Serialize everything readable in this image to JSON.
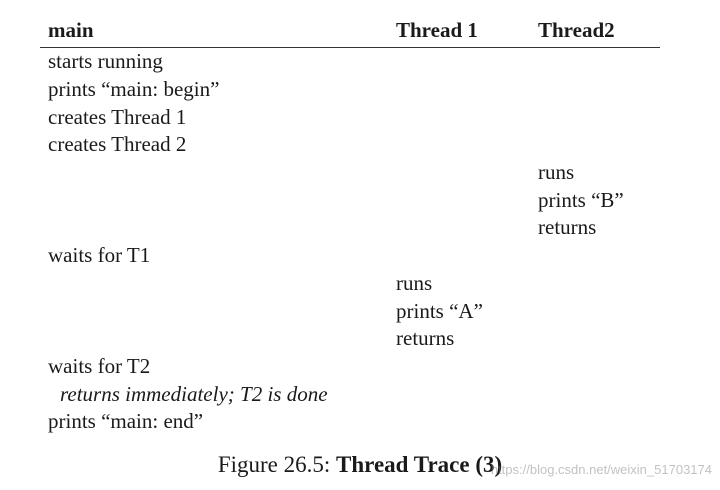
{
  "headers": {
    "main": "main",
    "thread1": "Thread 1",
    "thread2": "Thread2"
  },
  "rows": [
    {
      "main": "starts running",
      "t1": "",
      "t2": ""
    },
    {
      "main": "prints “main: begin”",
      "t1": "",
      "t2": ""
    },
    {
      "main": "creates Thread 1",
      "t1": "",
      "t2": ""
    },
    {
      "main": "creates Thread 2",
      "t1": "",
      "t2": ""
    },
    {
      "main": "",
      "t1": "",
      "t2": "runs"
    },
    {
      "main": "",
      "t1": "",
      "t2": "prints “B”"
    },
    {
      "main": "",
      "t1": "",
      "t2": "returns"
    },
    {
      "main": "waits for T1",
      "t1": "",
      "t2": ""
    },
    {
      "main": "",
      "t1": "runs",
      "t2": ""
    },
    {
      "main": "",
      "t1": "prints “A”",
      "t2": ""
    },
    {
      "main": "",
      "t1": "returns",
      "t2": ""
    },
    {
      "main": "waits for T2",
      "t1": "",
      "t2": ""
    },
    {
      "main": "returns immediately; T2 is done",
      "t1": "",
      "t2": "",
      "italic": true
    },
    {
      "main": "prints “main: end”",
      "t1": "",
      "t2": ""
    }
  ],
  "caption": {
    "prefix": "Figure 26.5: ",
    "title": "Thread Trace (3)"
  },
  "watermark": "https://blog.csdn.net/weixin_51703174"
}
